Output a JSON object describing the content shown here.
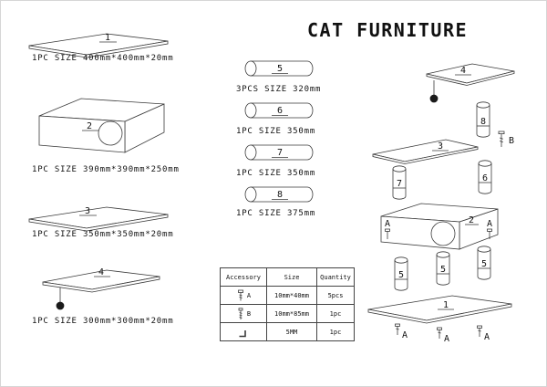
{
  "title": "CAT FURNITURE",
  "parts_left": [
    {
      "num": "1",
      "caption": "1PC SIZE 400mm*400mm*20mm"
    },
    {
      "num": "2",
      "caption": "1PC SIZE 390mm*390mm*250mm"
    },
    {
      "num": "3",
      "caption": "1PC SIZE 350mm*350mm*20mm"
    },
    {
      "num": "4",
      "caption": "1PC SIZE 300mm*300mm*20mm"
    }
  ],
  "parts_middle": [
    {
      "num": "5",
      "caption": "3PCS SIZE 320mm"
    },
    {
      "num": "6",
      "caption": "1PC SIZE 350mm"
    },
    {
      "num": "7",
      "caption": "1PC SIZE 350mm"
    },
    {
      "num": "8",
      "caption": "1PC SIZE 375mm"
    }
  ],
  "accessory_table": {
    "headers": [
      "Accessory",
      "Size",
      "Quantity"
    ],
    "rows": [
      {
        "label": "A",
        "size": "10mm*40mm",
        "qty": "5pcs"
      },
      {
        "label": "B",
        "size": "10mm*85mm",
        "qty": "1pc"
      },
      {
        "label": "",
        "size": "5MM",
        "qty": "1pc"
      }
    ]
  },
  "assembly": {
    "n1": "1",
    "n2": "2",
    "n3": "3",
    "n4": "4",
    "n5": "5",
    "n6": "6",
    "n7": "7",
    "n8": "8",
    "a": "A",
    "b": "B"
  }
}
